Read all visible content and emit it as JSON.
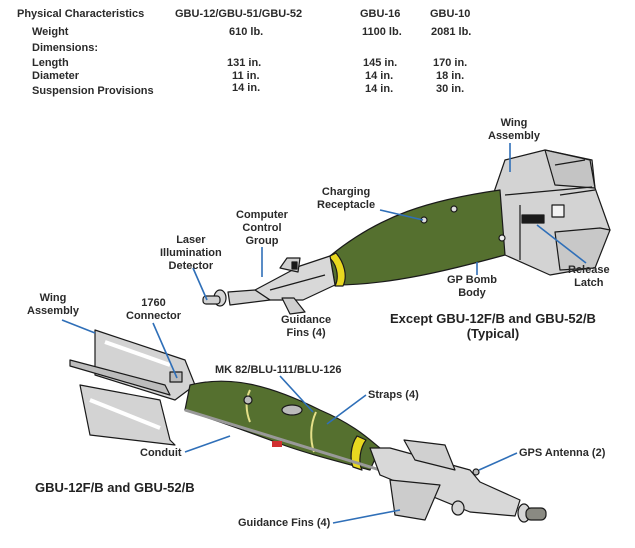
{
  "specs": {
    "header": "Physical Characteristics",
    "columns": [
      "GBU-12/GBU-51/GBU-52",
      "GBU-16",
      "GBU-10"
    ],
    "rows": [
      {
        "label": "Weight",
        "values": [
          "610 lb.",
          "1100 lb.",
          "2081 lb."
        ]
      },
      {
        "label": "Dimensions:",
        "values": [
          "",
          "",
          ""
        ]
      },
      {
        "label": "Length",
        "values": [
          "131 in.",
          "145 in.",
          "170 in."
        ]
      },
      {
        "label": "Diameter",
        "values": [
          "11 in.",
          "14 in.",
          "18 in."
        ]
      },
      {
        "label": "Suspension Provisions",
        "values": [
          "14 in.",
          "14 in.",
          "30 in."
        ]
      }
    ]
  },
  "top_bomb": {
    "caption": [
      "Except GBU-12F/B and GBU-52/B",
      "(Typical)"
    ],
    "labels": {
      "wing_assembly": [
        "Wing",
        "Assembly"
      ],
      "charging_receptacle": [
        "Charging",
        "Receptacle"
      ],
      "computer_control_group": [
        "Computer",
        "Control",
        "Group"
      ],
      "laser_illumination_detector": [
        "Laser",
        "Illumination",
        "Detector"
      ],
      "guidance_fins": [
        "Guidance",
        "Fins (4)"
      ],
      "gp_bomb_body": [
        "GP Bomb",
        "Body"
      ],
      "release_latch": [
        "Release",
        "Latch"
      ]
    }
  },
  "bottom_bomb": {
    "caption": "GBU-12F/B and GBU-52/B",
    "labels": {
      "wing_assembly": [
        "Wing",
        "Assembly"
      ],
      "connector_1760": [
        "1760",
        "Connector"
      ],
      "mk82": "MK 82/BLU-111/BLU-126",
      "straps": "Straps (4)",
      "conduit": "Conduit",
      "gps_antenna": "GPS Antenna (2)",
      "guidance_fins": "Guidance Fins (4)"
    }
  },
  "colors": {
    "body_green": "#55702f",
    "gray_part": "#d4d4d4",
    "yellow_band": "#e8d820",
    "leader_blue": "#2f6fb8"
  }
}
